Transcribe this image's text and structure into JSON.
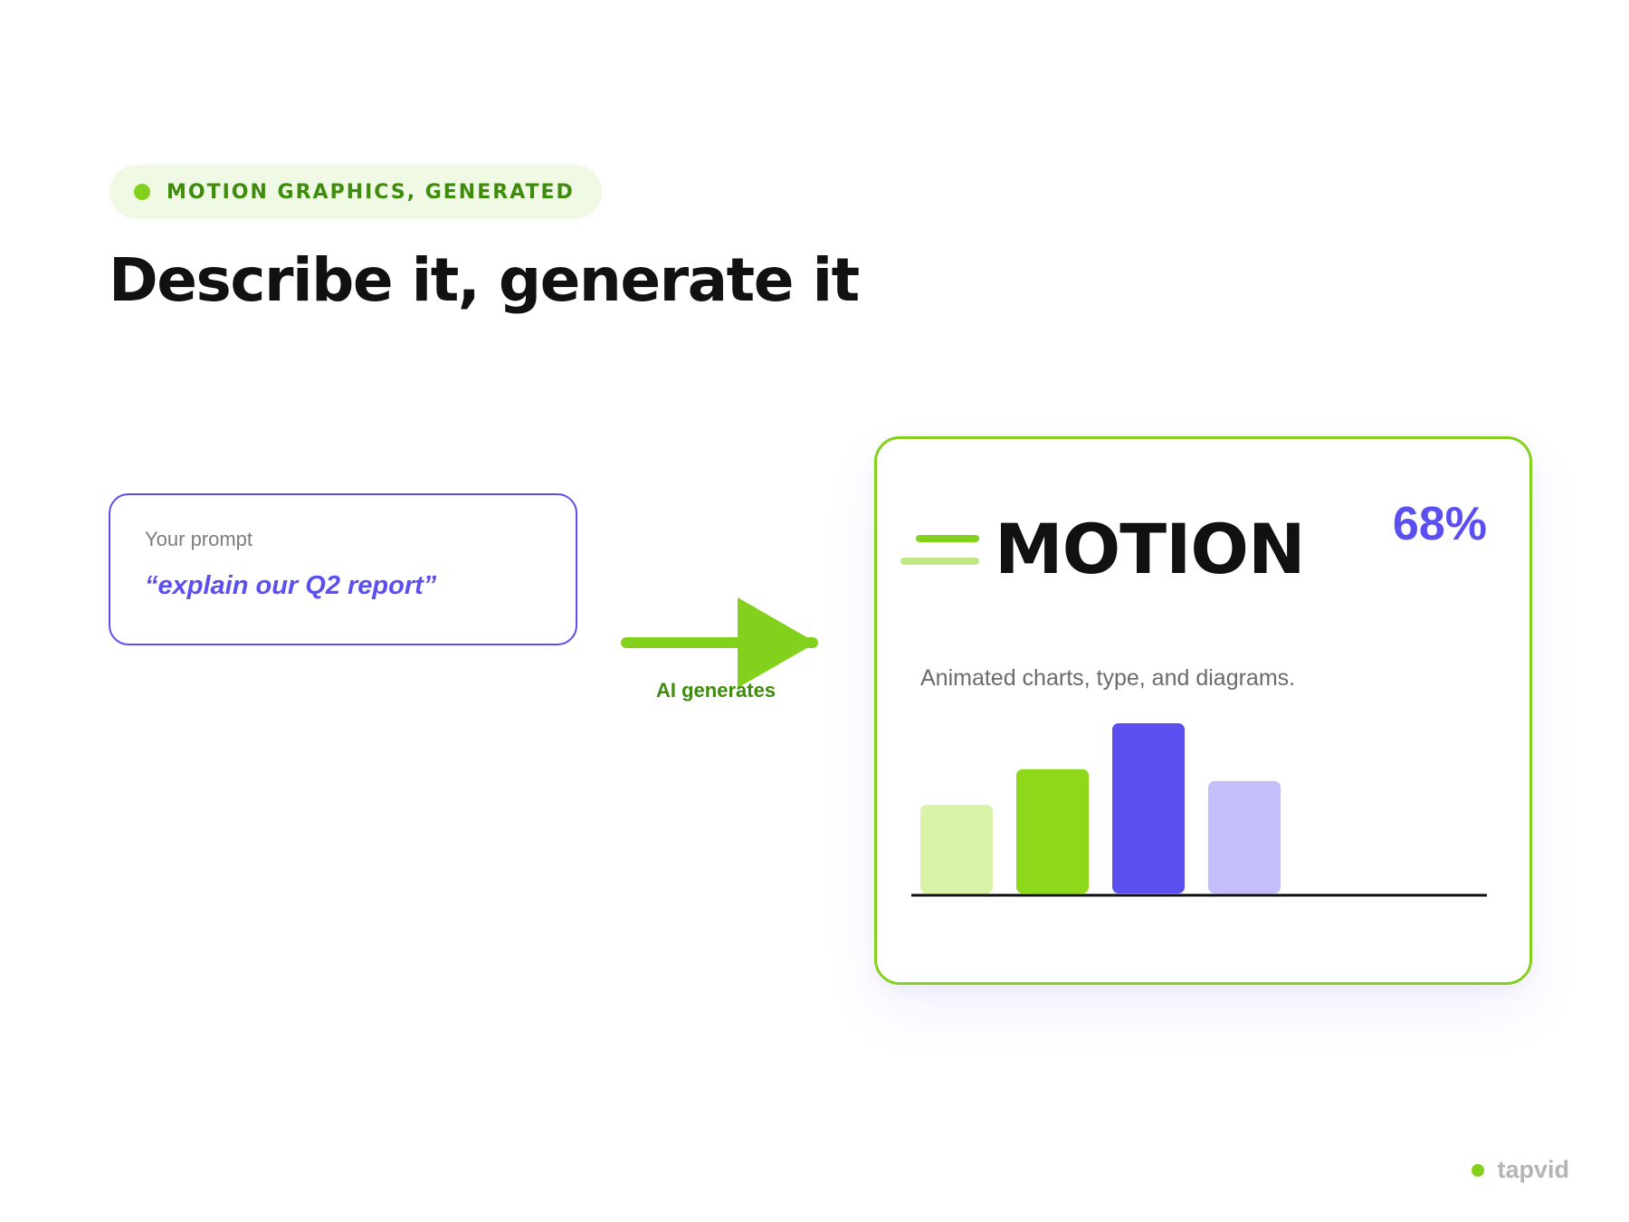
{
  "eyebrow": {
    "label": "MOTION GRAPHICS, GENERATED"
  },
  "headline": "Describe it, generate it",
  "prompt_card": {
    "label": "Your prompt",
    "text": "“explain our Q2 report”"
  },
  "arrow": {
    "label": "AI generates"
  },
  "output_card": {
    "title": "MOTION",
    "stat": "68%",
    "subtitle": "Animated charts, type, and diagrams."
  },
  "chart_data": {
    "type": "bar",
    "categories": [
      "",
      "",
      "",
      ""
    ],
    "values": [
      52,
      73,
      100,
      66
    ],
    "colors": [
      "#d8f2a6",
      "#8ed81c",
      "#5b4ff0",
      "#c4bffb"
    ],
    "title": "",
    "xlabel": "",
    "ylabel": "",
    "ylim": [
      0,
      100
    ],
    "grid": false
  },
  "colors": {
    "accent_green": "#84d11d",
    "accent_green_dark": "#3e8c0b",
    "accent_purple": "#5b4ff0",
    "pill_background": "#eff9e3"
  },
  "brand": {
    "name": "tapvid"
  }
}
